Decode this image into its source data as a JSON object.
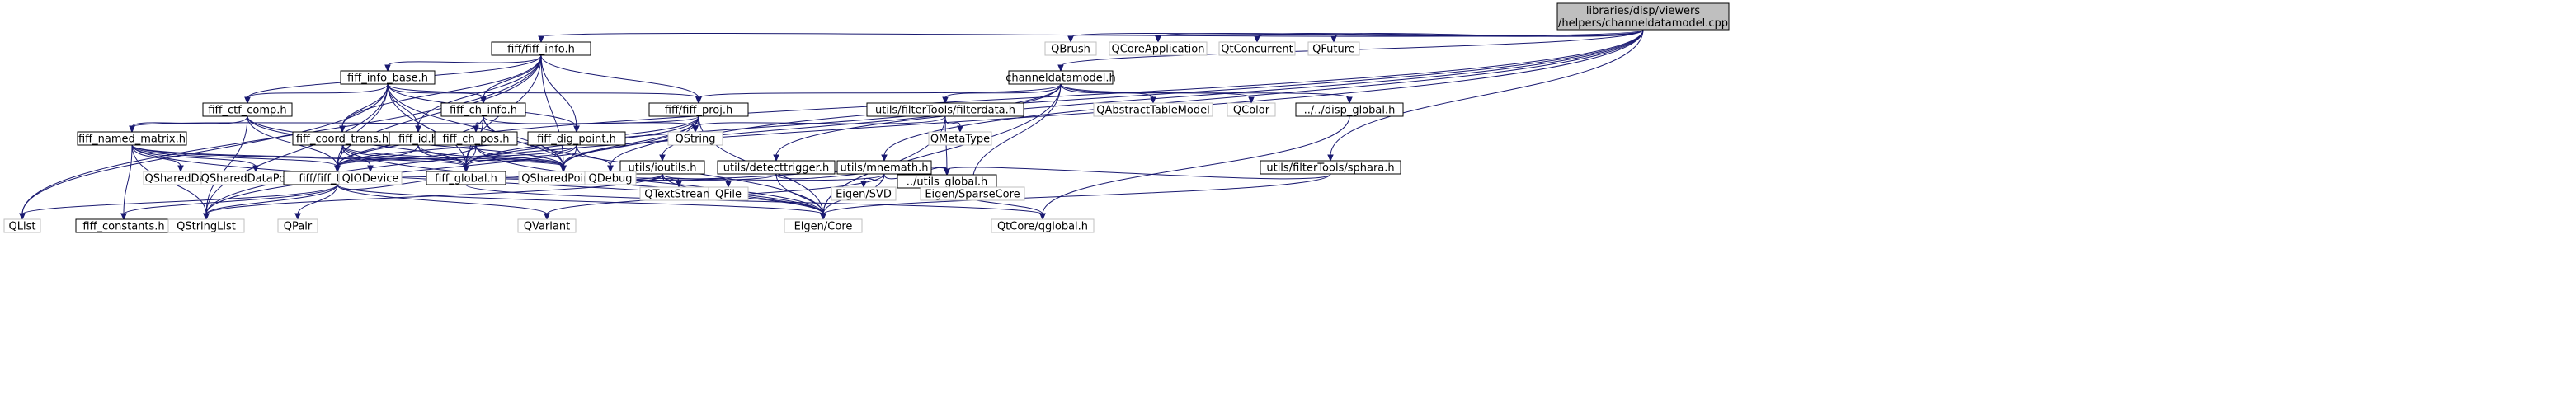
{
  "title": "libraries/disp/viewers/helpers/channeldatamodel.cpp",
  "colors": {
    "edge": "#191970",
    "node_border": "#000000",
    "node_border_external": "#bfbfbf",
    "node_fill": "#ffffff",
    "root_fill": "#bfbfbf",
    "text": "#000000",
    "text_external": "#000000"
  },
  "nodes": [
    {
      "id": "root",
      "lines": [
        "libraries/disp/viewers",
        "/helpers/channeldatamodel.cpp"
      ],
      "kind": "root"
    },
    {
      "id": "fiff_info_h",
      "lines": [
        "fiff/fiff_info.h"
      ],
      "kind": "local"
    },
    {
      "id": "qbrush",
      "lines": [
        "QBrush"
      ],
      "kind": "external"
    },
    {
      "id": "qcoreapp",
      "lines": [
        "QCoreApplication"
      ],
      "kind": "external"
    },
    {
      "id": "qtconcurrent",
      "lines": [
        "QtConcurrent"
      ],
      "kind": "external"
    },
    {
      "id": "qfuture",
      "lines": [
        "QFuture"
      ],
      "kind": "external"
    },
    {
      "id": "fiff_info_base_h",
      "lines": [
        "fiff_info_base.h"
      ],
      "kind": "local"
    },
    {
      "id": "channeldatamodel_h",
      "lines": [
        "channeldatamodel.h"
      ],
      "kind": "local"
    },
    {
      "id": "fiff_ctf_comp_h",
      "lines": [
        "fiff_ctf_comp.h"
      ],
      "kind": "local"
    },
    {
      "id": "fiff_ch_info_h",
      "lines": [
        "fiff_ch_info.h"
      ],
      "kind": "local"
    },
    {
      "id": "fiff_proj_h",
      "lines": [
        "fiff/fiff_proj.h"
      ],
      "kind": "local"
    },
    {
      "id": "filterdata_h",
      "lines": [
        "utils/filterTools/filterdata.h"
      ],
      "kind": "local"
    },
    {
      "id": "qabstracttablemodel",
      "lines": [
        "QAbstractTableModel"
      ],
      "kind": "external"
    },
    {
      "id": "qcolor",
      "lines": [
        "QColor"
      ],
      "kind": "external"
    },
    {
      "id": "disp_global_h",
      "lines": [
        "../../disp_global.h"
      ],
      "kind": "local"
    },
    {
      "id": "fiff_named_matrix_h",
      "lines": [
        "fiff_named_matrix.h"
      ],
      "kind": "local"
    },
    {
      "id": "fiff_coord_trans_h",
      "lines": [
        "fiff_coord_trans.h"
      ],
      "kind": "local"
    },
    {
      "id": "fiff_id_h",
      "lines": [
        "fiff_id.h"
      ],
      "kind": "local"
    },
    {
      "id": "fiff_ch_pos_h",
      "lines": [
        "fiff_ch_pos.h"
      ],
      "kind": "local"
    },
    {
      "id": "fiff_dig_point_h",
      "lines": [
        "fiff_dig_point.h"
      ],
      "kind": "local"
    },
    {
      "id": "qstring",
      "lines": [
        "QString"
      ],
      "kind": "external"
    },
    {
      "id": "qmetatype",
      "lines": [
        "QMetaType"
      ],
      "kind": "external"
    },
    {
      "id": "ioutils_h",
      "lines": [
        "utils/ioutils.h"
      ],
      "kind": "local"
    },
    {
      "id": "detecttrigger_h",
      "lines": [
        "utils/detecttrigger.h"
      ],
      "kind": "local"
    },
    {
      "id": "mnemath_h",
      "lines": [
        "utils/mnemath.h"
      ],
      "kind": "local"
    },
    {
      "id": "sphara_h",
      "lines": [
        "utils/filterTools/sphara.h"
      ],
      "kind": "local"
    },
    {
      "id": "qshareddata",
      "lines": [
        "QSharedData"
      ],
      "kind": "external"
    },
    {
      "id": "qshareddatapointer",
      "lines": [
        "QSharedDataPointer"
      ],
      "kind": "external"
    },
    {
      "id": "fiff_types_h",
      "lines": [
        "fiff/fiff_types.h"
      ],
      "kind": "local"
    },
    {
      "id": "qiodevice",
      "lines": [
        "QIODevice"
      ],
      "kind": "external"
    },
    {
      "id": "fiff_global_h",
      "lines": [
        "fiff_global.h"
      ],
      "kind": "local"
    },
    {
      "id": "qsharedpointer",
      "lines": [
        "QSharedPointer"
      ],
      "kind": "external"
    },
    {
      "id": "qdebug",
      "lines": [
        "QDebug"
      ],
      "kind": "external"
    },
    {
      "id": "qtextstream",
      "lines": [
        "QTextStream"
      ],
      "kind": "external"
    },
    {
      "id": "qfile",
      "lines": [
        "QFile"
      ],
      "kind": "external"
    },
    {
      "id": "utils_global_h",
      "lines": [
        "../utils_global.h"
      ],
      "kind": "local"
    },
    {
      "id": "eigen_svd",
      "lines": [
        "Eigen/SVD"
      ],
      "kind": "external"
    },
    {
      "id": "eigen_sparsecore",
      "lines": [
        "Eigen/SparseCore"
      ],
      "kind": "external"
    },
    {
      "id": "qlist",
      "lines": [
        "QList"
      ],
      "kind": "external"
    },
    {
      "id": "fiff_constants_h",
      "lines": [
        "fiff_constants.h"
      ],
      "kind": "local"
    },
    {
      "id": "qstringlist",
      "lines": [
        "QStringList"
      ],
      "kind": "external"
    },
    {
      "id": "qpair",
      "lines": [
        "QPair"
      ],
      "kind": "external"
    },
    {
      "id": "qvariant",
      "lines": [
        "QVariant"
      ],
      "kind": "external"
    },
    {
      "id": "eigen_core",
      "lines": [
        "Eigen/Core"
      ],
      "kind": "external"
    },
    {
      "id": "qtcore_qglobal",
      "lines": [
        "QtCore/qglobal.h"
      ],
      "kind": "external"
    }
  ],
  "edges": [
    [
      "root",
      "fiff_info_h"
    ],
    [
      "root",
      "qbrush"
    ],
    [
      "root",
      "qcoreapp"
    ],
    [
      "root",
      "qtconcurrent"
    ],
    [
      "root",
      "qfuture"
    ],
    [
      "root",
      "channeldatamodel_h"
    ],
    [
      "root",
      "ioutils_h"
    ],
    [
      "root",
      "detecttrigger_h"
    ],
    [
      "root",
      "mnemath_h"
    ],
    [
      "root",
      "sphara_h"
    ],
    [
      "root",
      "fiff_types_h"
    ],
    [
      "root",
      "qstringlist"
    ],
    [
      "fiff_info_h",
      "fiff_info_base_h"
    ],
    [
      "fiff_info_h",
      "fiff_ctf_comp_h"
    ],
    [
      "fiff_info_h",
      "fiff_ch_info_h"
    ],
    [
      "fiff_info_h",
      "fiff_proj_h"
    ],
    [
      "fiff_info_h",
      "fiff_coord_trans_h"
    ],
    [
      "fiff_info_h",
      "fiff_id_h"
    ],
    [
      "fiff_info_h",
      "fiff_dig_point_h"
    ],
    [
      "fiff_info_h",
      "fiff_types_h"
    ],
    [
      "fiff_info_h",
      "fiff_global_h"
    ],
    [
      "fiff_info_h",
      "qsharedpointer"
    ],
    [
      "fiff_info_h",
      "qlist"
    ],
    [
      "fiff_info_base_h",
      "fiff_ctf_comp_h"
    ],
    [
      "fiff_info_base_h",
      "fiff_ch_info_h"
    ],
    [
      "fiff_info_base_h",
      "fiff_proj_h"
    ],
    [
      "fiff_info_base_h",
      "fiff_coord_trans_h"
    ],
    [
      "fiff_info_base_h",
      "fiff_id_h"
    ],
    [
      "fiff_info_base_h",
      "fiff_dig_point_h"
    ],
    [
      "fiff_info_base_h",
      "fiff_types_h"
    ],
    [
      "fiff_info_base_h",
      "fiff_global_h"
    ],
    [
      "fiff_info_base_h",
      "qsharedpointer"
    ],
    [
      "fiff_info_base_h",
      "qlist"
    ],
    [
      "fiff_info_base_h",
      "qstringlist"
    ],
    [
      "channeldatamodel_h",
      "fiff_proj_h"
    ],
    [
      "channeldatamodel_h",
      "filterdata_h"
    ],
    [
      "channeldatamodel_h",
      "qabstracttablemodel"
    ],
    [
      "channeldatamodel_h",
      "qcolor"
    ],
    [
      "channeldatamodel_h",
      "disp_global_h"
    ],
    [
      "channeldatamodel_h",
      "fiff_global_h"
    ],
    [
      "channeldatamodel_h",
      "eigen_core"
    ],
    [
      "channeldatamodel_h",
      "qsharedpointer"
    ],
    [
      "channeldatamodel_h",
      "eigen_sparsecore"
    ],
    [
      "fiff_ctf_comp_h",
      "fiff_named_matrix_h"
    ],
    [
      "fiff_ctf_comp_h",
      "fiff_types_h"
    ],
    [
      "fiff_ctf_comp_h",
      "fiff_global_h"
    ],
    [
      "fiff_ctf_comp_h",
      "qsharedpointer"
    ],
    [
      "fiff_ctf_comp_h",
      "qstringlist"
    ],
    [
      "fiff_ch_info_h",
      "fiff_ch_pos_h"
    ],
    [
      "fiff_ch_info_h",
      "fiff_types_h"
    ],
    [
      "fiff_ch_info_h",
      "fiff_global_h"
    ],
    [
      "fiff_ch_info_h",
      "qsharedpointer"
    ],
    [
      "fiff_ch_info_h",
      "qstring"
    ],
    [
      "fiff_ch_info_h",
      "eigen_core"
    ],
    [
      "fiff_proj_h",
      "fiff_named_matrix_h"
    ],
    [
      "fiff_proj_h",
      "fiff_types_h"
    ],
    [
      "fiff_proj_h",
      "fiff_global_h"
    ],
    [
      "fiff_proj_h",
      "qstring"
    ],
    [
      "fiff_proj_h",
      "qsharedpointer"
    ],
    [
      "fiff_proj_h",
      "eigen_core"
    ],
    [
      "fiff_proj_h",
      "qstringlist"
    ],
    [
      "fiff_proj_h",
      "qdebug"
    ],
    [
      "filterdata_h",
      "qmetatype"
    ],
    [
      "filterdata_h",
      "utils_global_h"
    ],
    [
      "filterdata_h",
      "qstring"
    ],
    [
      "filterdata_h",
      "eigen_core"
    ],
    [
      "disp_global_h",
      "qtcore_qglobal"
    ],
    [
      "fiff_named_matrix_h",
      "fiff_types_h"
    ],
    [
      "fiff_named_matrix_h",
      "fiff_global_h"
    ],
    [
      "fiff_named_matrix_h",
      "qshareddata"
    ],
    [
      "fiff_named_matrix_h",
      "qshareddatapointer"
    ],
    [
      "fiff_named_matrix_h",
      "qsharedpointer"
    ],
    [
      "fiff_named_matrix_h",
      "fiff_constants_h"
    ],
    [
      "fiff_named_matrix_h",
      "qstringlist"
    ],
    [
      "fiff_named_matrix_h",
      "eigen_core"
    ],
    [
      "fiff_coord_trans_h",
      "fiff_types_h"
    ],
    [
      "fiff_coord_trans_h",
      "fiff_global_h"
    ],
    [
      "fiff_coord_trans_h",
      "qiodevice"
    ],
    [
      "fiff_coord_trans_h",
      "qsharedpointer"
    ],
    [
      "fiff_coord_trans_h",
      "eigen_core"
    ],
    [
      "fiff_id_h",
      "fiff_types_h"
    ],
    [
      "fiff_id_h",
      "fiff_global_h"
    ],
    [
      "fiff_id_h",
      "qsharedpointer"
    ],
    [
      "fiff_ch_pos_h",
      "fiff_types_h"
    ],
    [
      "fiff_ch_pos_h",
      "fiff_global_h"
    ],
    [
      "fiff_ch_pos_h",
      "qsharedpointer"
    ],
    [
      "fiff_ch_pos_h",
      "eigen_core"
    ],
    [
      "fiff_dig_point_h",
      "fiff_types_h"
    ],
    [
      "fiff_dig_point_h",
      "fiff_global_h"
    ],
    [
      "fiff_dig_point_h",
      "qsharedpointer"
    ],
    [
      "fiff_dig_point_h",
      "qdebug"
    ],
    [
      "ioutils_h",
      "utils_global_h"
    ],
    [
      "ioutils_h",
      "qtextstream"
    ],
    [
      "ioutils_h",
      "qfile"
    ],
    [
      "ioutils_h",
      "eigen_core"
    ],
    [
      "ioutils_h",
      "qsharedpointer"
    ],
    [
      "ioutils_h",
      "qstringlist"
    ],
    [
      "ioutils_h",
      "fiff_types_h"
    ],
    [
      "detecttrigger_h",
      "utils_global_h"
    ],
    [
      "detecttrigger_h",
      "eigen_core"
    ],
    [
      "detecttrigger_h",
      "fiff_types_h"
    ],
    [
      "mnemath_h",
      "utils_global_h"
    ],
    [
      "mnemath_h",
      "eigen_svd"
    ],
    [
      "mnemath_h",
      "eigen_core"
    ],
    [
      "mnemath_h",
      "qvariant"
    ],
    [
      "mnemath_h",
      "fiff_global_h"
    ],
    [
      "sphara_h",
      "utils_global_h"
    ],
    [
      "sphara_h",
      "eigen_core"
    ],
    [
      "fiff_types_h",
      "fiff_global_h"
    ],
    [
      "fiff_types_h",
      "qlist"
    ],
    [
      "fiff_types_h",
      "fiff_constants_h"
    ],
    [
      "fiff_types_h",
      "qstringlist"
    ],
    [
      "fiff_types_h",
      "qpair"
    ],
    [
      "fiff_types_h",
      "qvariant"
    ],
    [
      "fiff_types_h",
      "eigen_core"
    ],
    [
      "fiff_global_h",
      "qtcore_qglobal"
    ],
    [
      "utils_global_h",
      "qtcore_qglobal"
    ]
  ]
}
